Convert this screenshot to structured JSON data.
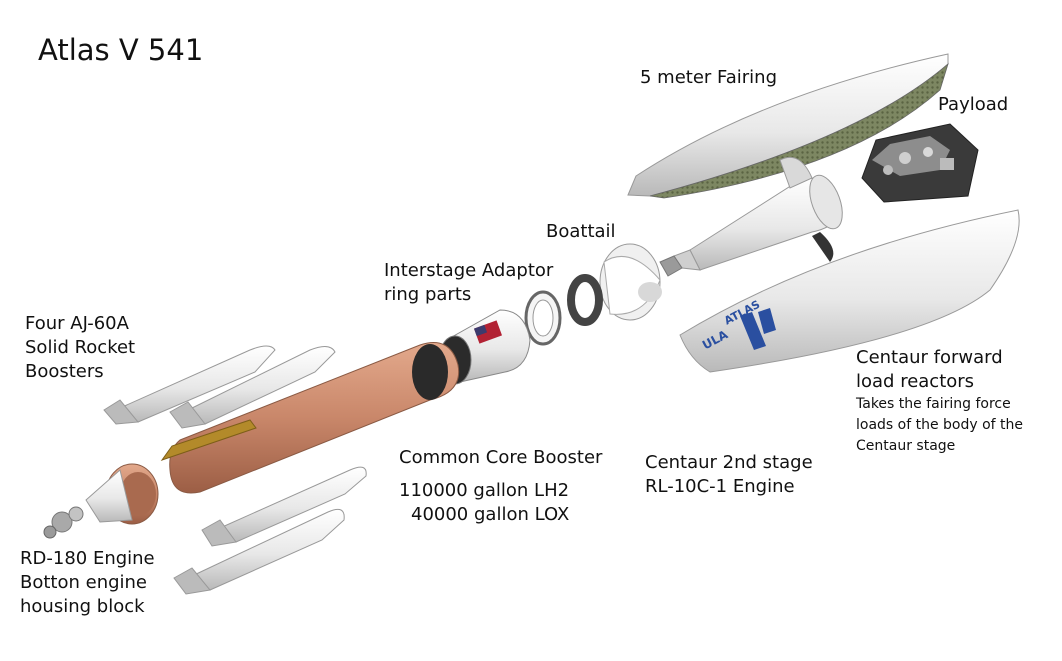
{
  "title": "Atlas V 541",
  "labels": {
    "fairing": "5 meter Fairing",
    "payload": "Payload",
    "boattail": "Boattail",
    "interstage": [
      "Interstage Adaptor",
      "ring parts"
    ],
    "boosters": [
      "Four AJ-60A",
      "Solid Rocket",
      "Boosters"
    ],
    "centaur_forward": [
      "Centaur forward",
      "load reactors"
    ],
    "centaur_forward_desc": [
      "Takes the fairing force",
      "loads of the body of the",
      "Centaur stage"
    ],
    "core_booster": "Common Core Booster",
    "core_booster_specs": [
      "110000 gallon LH2",
      "40000 gallon LOX"
    ],
    "centaur_stage": [
      "Centaur 2nd stage",
      "RL-10C-1 Engine"
    ],
    "rd180": [
      "RD-180 Engine",
      "Botton engine",
      "housing block"
    ]
  },
  "fairing_logo": {
    "brand": "ATLAS",
    "maker": "ULA"
  },
  "colors": {
    "core_copper": "#c9876a",
    "white_part": "#f2f2f2",
    "fairing_mesh": "#6f7a55",
    "brand_blue": "#2a4fa0"
  }
}
